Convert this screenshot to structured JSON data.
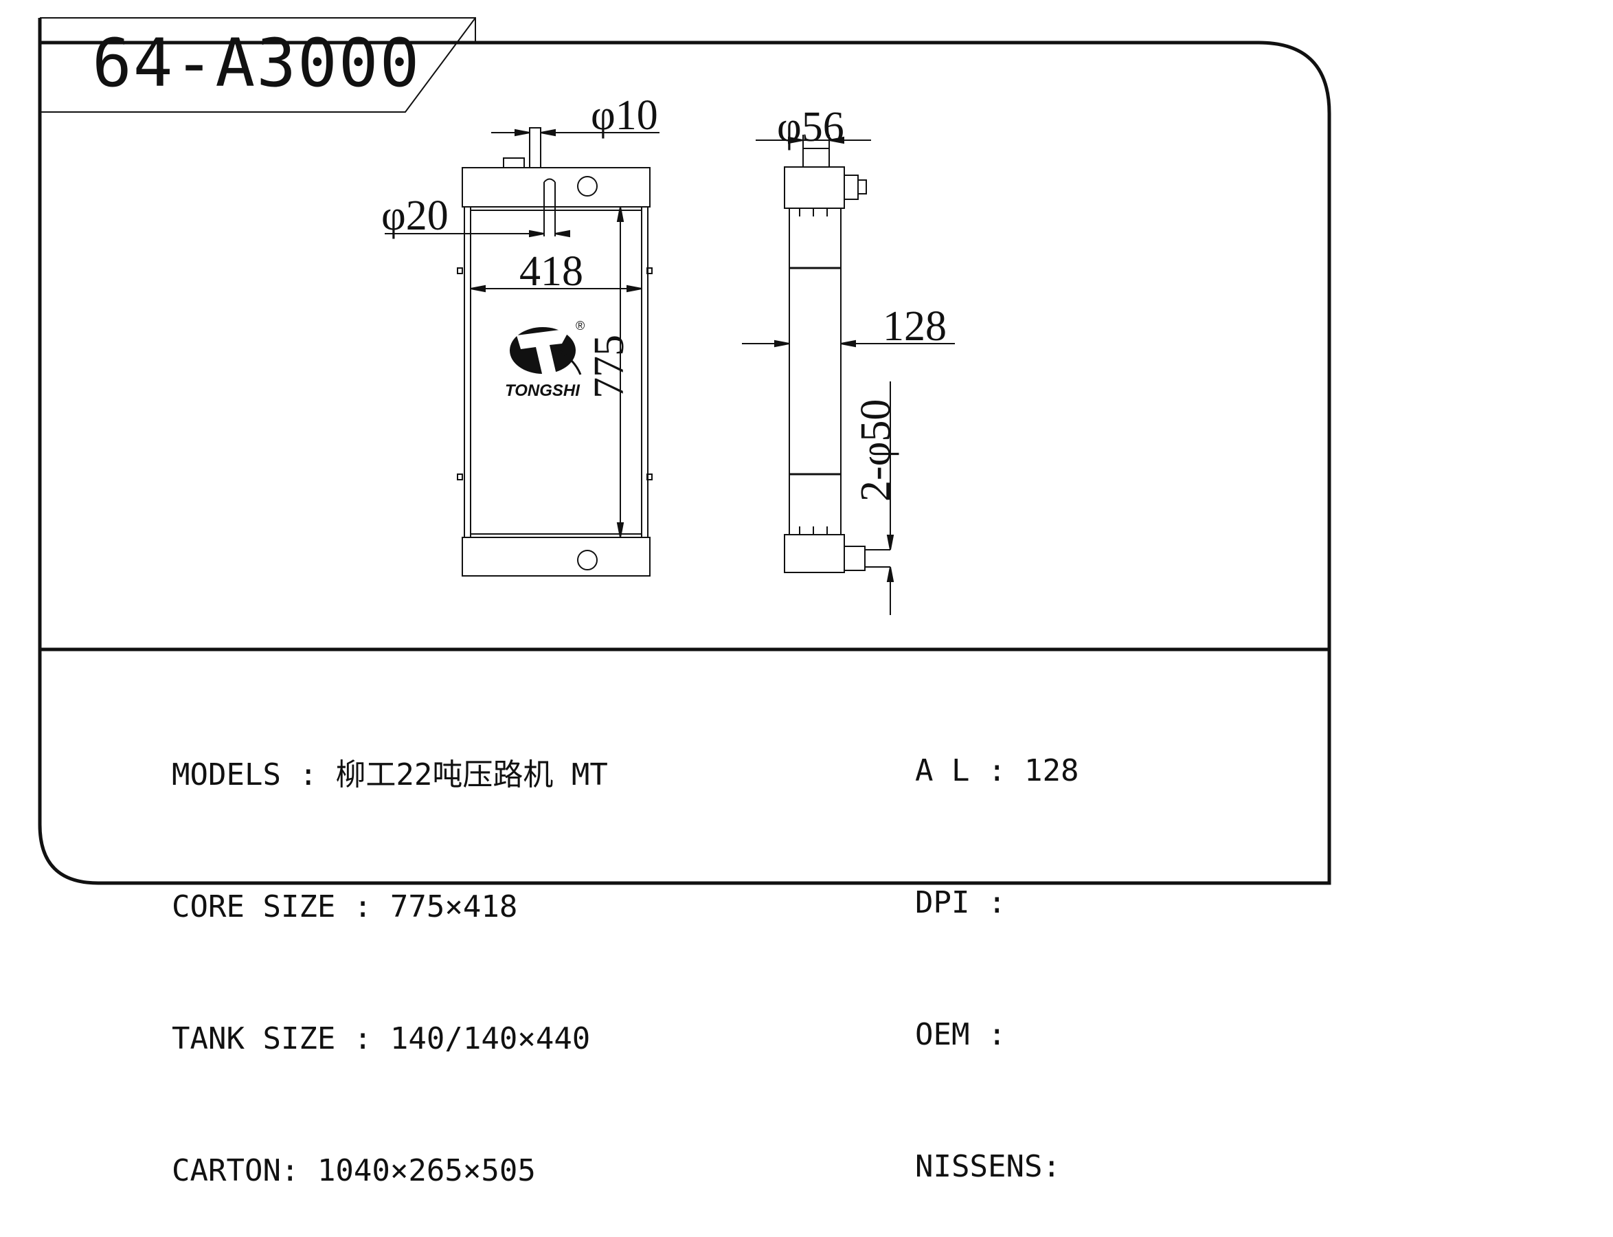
{
  "title": "64-A3000",
  "drawing": {
    "dims": {
      "inlet_small": "φ10",
      "inlet_fill": "φ20",
      "core_width": "418",
      "core_height": "775",
      "top_pipe": "φ56",
      "thickness": "128",
      "outlets": "2-φ50"
    },
    "logo_text": "TONGSHI",
    "logo_mark": "®"
  },
  "specs_left": [
    {
      "label": "MODELS",
      "sep": " : ",
      "value": "柳工22吨压路机 MT"
    },
    {
      "label": "CORE SIZE",
      "sep": " : ",
      "value": "775×418"
    },
    {
      "label": "TANK SIZE",
      "sep": " : ",
      "value": "140/140×440"
    },
    {
      "label": "CARTON",
      "sep": ": ",
      "value": "1040×265×505"
    }
  ],
  "specs_right": [
    {
      "label": "A L",
      "sep": " : ",
      "value": "128"
    },
    {
      "label": "DPI",
      "sep": " :",
      "value": ""
    },
    {
      "label": "OEM",
      "sep": " :",
      "value": ""
    },
    {
      "label": "NISSENS",
      "sep": ":",
      "value": ""
    }
  ]
}
